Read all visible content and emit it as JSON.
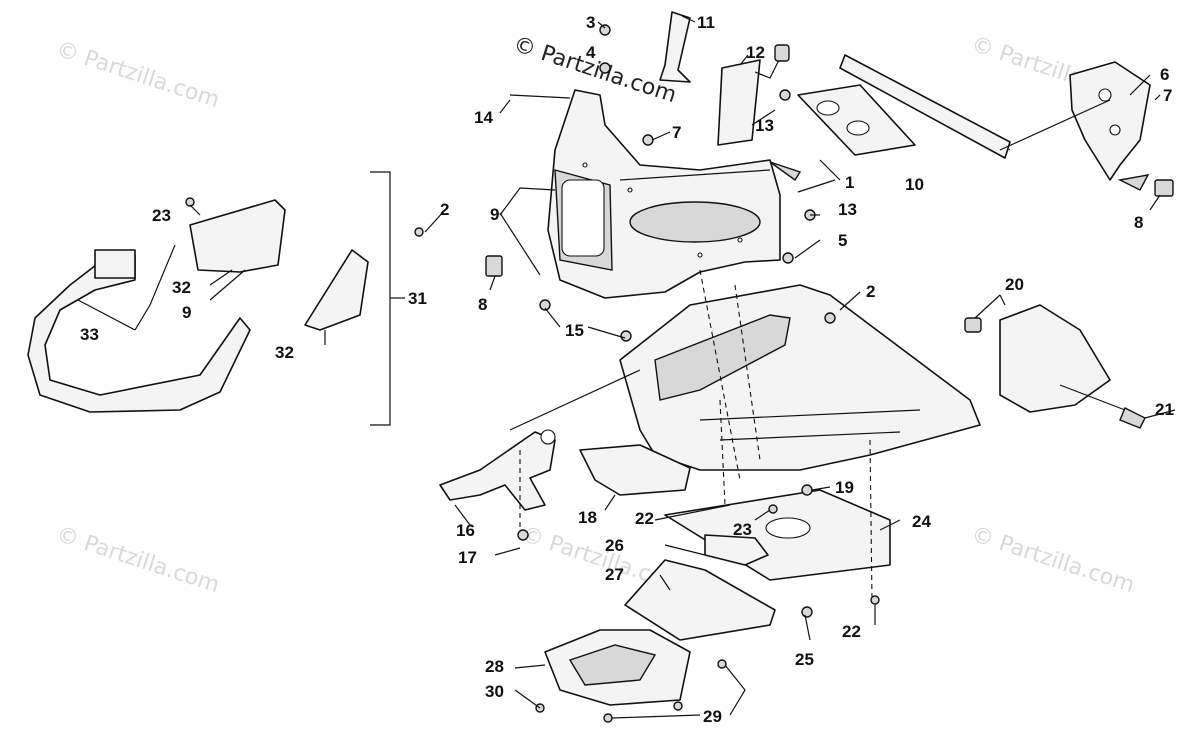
{
  "watermarks": {
    "main": "© Partzilla.com",
    "faint": "© Partzilla.com"
  },
  "callouts": {
    "c1": "1",
    "c2a": "2",
    "c2b": "2",
    "c3": "3",
    "c4": "4",
    "c5": "5",
    "c6": "6",
    "c7a": "7",
    "c7b": "7",
    "c8a": "8",
    "c8b": "8",
    "c9a": "9",
    "c9b": "9",
    "c10": "10",
    "c11": "11",
    "c12": "12",
    "c13a": "13",
    "c13b": "13",
    "c14": "14",
    "c15": "15",
    "c16": "16",
    "c17": "17",
    "c18": "18",
    "c19": "19",
    "c20": "20",
    "c21": "21",
    "c22a": "22",
    "c22b": "22",
    "c23a": "23",
    "c23b": "23",
    "c24": "24",
    "c25": "25",
    "c26": "26",
    "c27": "27",
    "c28": "28",
    "c29": "29",
    "c30": "30",
    "c31": "31",
    "c32a": "32",
    "c32b": "32",
    "c33": "33"
  },
  "colors": {
    "line": "#111111",
    "watermark": "#d9d9d9",
    "background": "#ffffff"
  }
}
